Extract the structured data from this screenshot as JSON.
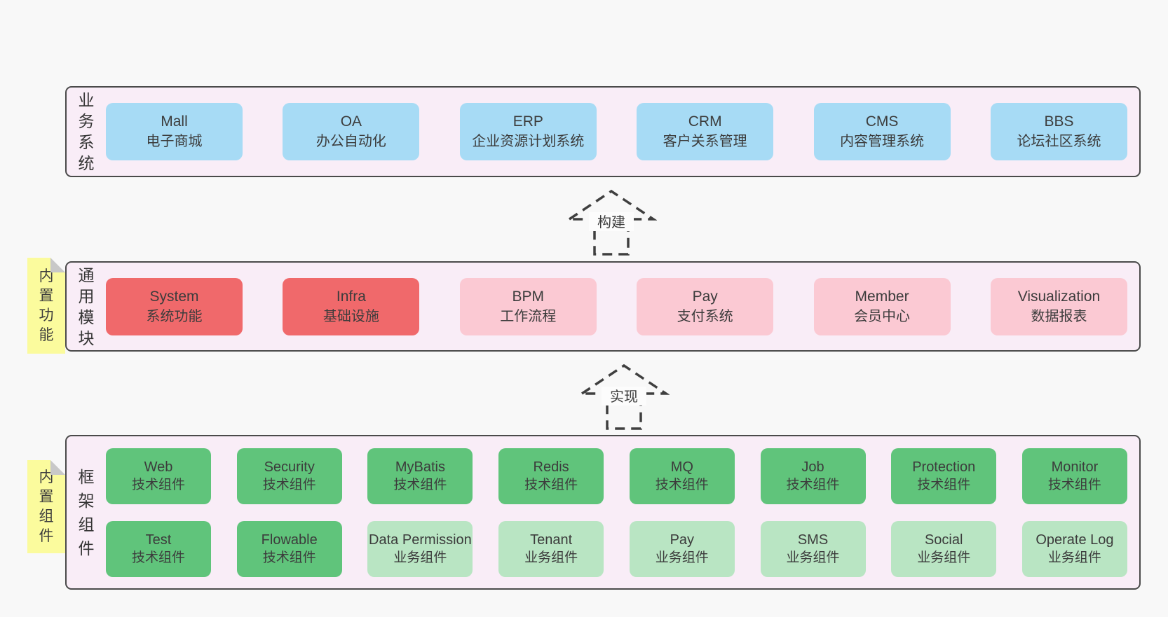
{
  "colors": {
    "page_bg": "#f8f8f8",
    "container_bg": "#f9edf7",
    "container_border": "#4a4a4a",
    "blue": "#a7dbf5",
    "red": "#f0696b",
    "pink": "#fbc9d3",
    "green_dark": "#60c47b",
    "green_light": "#b9e5c3",
    "note_yellow": "#fbfb9d",
    "note_fold_gray": "#c8c8c8",
    "text": "#3c3c3c"
  },
  "arrows": {
    "build": "构建",
    "implement": "实现"
  },
  "layers": {
    "business": {
      "label": "业务系统",
      "boxes": [
        {
          "title": "Mall",
          "subtitle": "电子商城"
        },
        {
          "title": "OA",
          "subtitle": "办公自动化"
        },
        {
          "title": "ERP",
          "subtitle": "企业资源计划系统"
        },
        {
          "title": "CRM",
          "subtitle": "客户关系管理"
        },
        {
          "title": "CMS",
          "subtitle": "内容管理系统"
        },
        {
          "title": "BBS",
          "subtitle": "论坛社区系统"
        }
      ]
    },
    "common": {
      "label": "通用模块",
      "note": "内置功能",
      "boxes": [
        {
          "title": "System",
          "subtitle": "系统功能",
          "variant": "red"
        },
        {
          "title": "Infra",
          "subtitle": "基础设施",
          "variant": "red"
        },
        {
          "title": "BPM",
          "subtitle": "工作流程",
          "variant": "pink"
        },
        {
          "title": "Pay",
          "subtitle": "支付系统",
          "variant": "pink"
        },
        {
          "title": "Member",
          "subtitle": "会员中心",
          "variant": "pink"
        },
        {
          "title": "Visualization",
          "subtitle": "数据报表",
          "variant": "pink"
        }
      ]
    },
    "framework": {
      "label": "框架组件",
      "note": "内置组件",
      "row1": [
        {
          "title": "Web",
          "subtitle": "技术组件"
        },
        {
          "title": "Security",
          "subtitle": "技术组件"
        },
        {
          "title": "MyBatis",
          "subtitle": "技术组件"
        },
        {
          "title": "Redis",
          "subtitle": "技术组件"
        },
        {
          "title": "MQ",
          "subtitle": "技术组件"
        },
        {
          "title": "Job",
          "subtitle": "技术组件"
        },
        {
          "title": "Protection",
          "subtitle": "技术组件"
        },
        {
          "title": "Monitor",
          "subtitle": "技术组件"
        }
      ],
      "row2": [
        {
          "title": "Test",
          "subtitle": "技术组件",
          "variant": "dark"
        },
        {
          "title": "Flowable",
          "subtitle": "技术组件",
          "variant": "dark"
        },
        {
          "title": "Data Permission",
          "subtitle": "业务组件",
          "variant": "light"
        },
        {
          "title": "Tenant",
          "subtitle": "业务组件",
          "variant": "light"
        },
        {
          "title": "Pay",
          "subtitle": "业务组件",
          "variant": "light"
        },
        {
          "title": "SMS",
          "subtitle": "业务组件",
          "variant": "light"
        },
        {
          "title": "Social",
          "subtitle": "业务组件",
          "variant": "light"
        },
        {
          "title": "Operate Log",
          "subtitle": "业务组件",
          "variant": "light"
        }
      ]
    }
  }
}
